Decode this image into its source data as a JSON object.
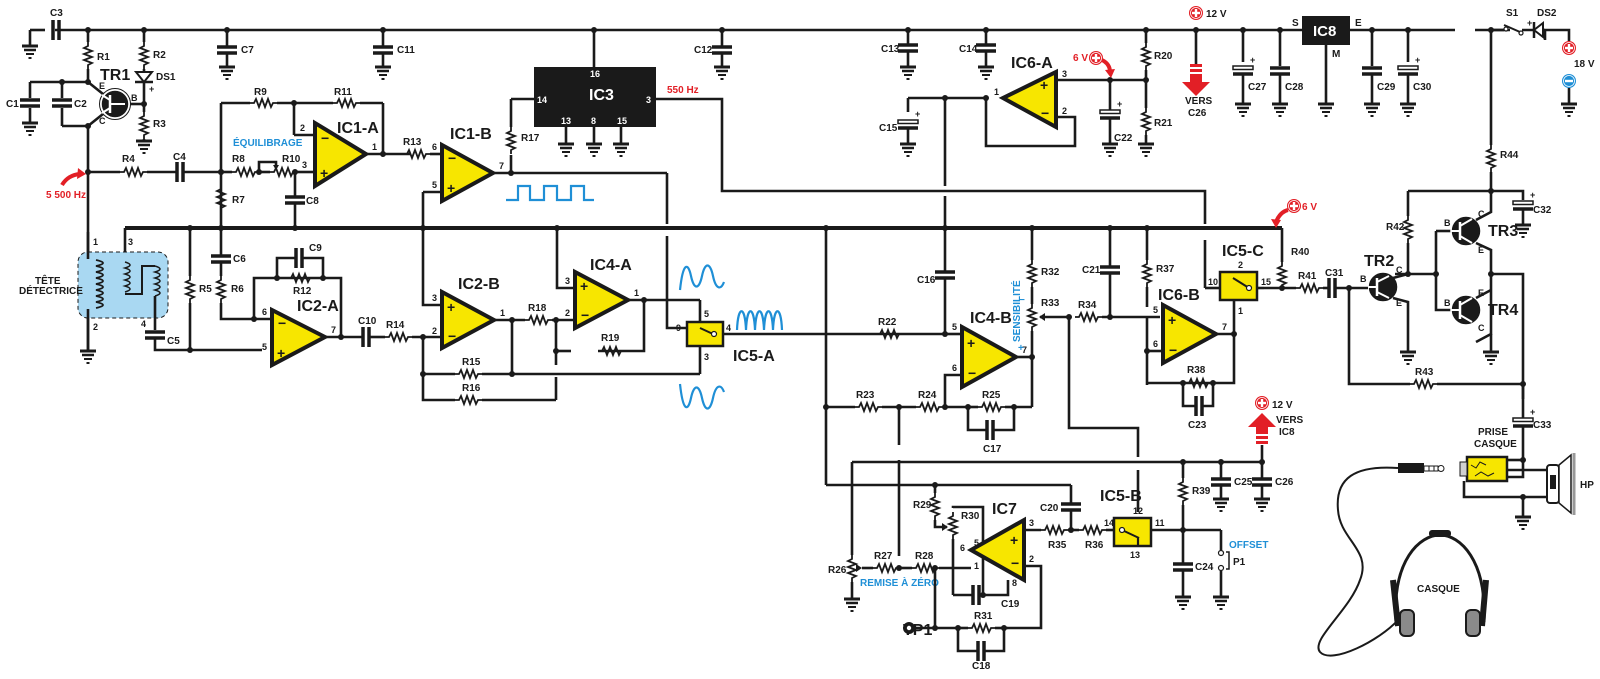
{
  "diagram": {
    "title": "Metal detector schematic",
    "supply": {
      "main": "18 V",
      "regulated": "12 V",
      "reference": "6 V"
    },
    "annotations": {
      "freq_osc": "5 500 Hz",
      "freq_ic3": "550 Hz",
      "equilibrage": "ÉQUILIBRAGE",
      "sensibilite": "SENSIBILITÉ",
      "sens_minus": "−",
      "sens_plus": "+",
      "remise_zero": "REMISE À ZÉRO",
      "offset": "OFFSET",
      "tete1": "TÊTE",
      "tete2": "DÉTECTRICE",
      "vers_c26_1": "VERS",
      "vers_c26_2": "C26",
      "vers_ic8_1": "VERS",
      "vers_ic8_2": "IC8",
      "v12_top": "12 V",
      "v12_bottom": "12 V",
      "v6_ic6a": "6 V",
      "v6_r40": "6 V",
      "v18": "18 V",
      "prise1": "PRISE",
      "prise2": "CASQUE",
      "hp": "HP",
      "casque": "CASQUE",
      "tp1": "TP1"
    },
    "ics": {
      "ic1a": "IC1-A",
      "ic1b": "IC1-B",
      "ic2a": "IC2-A",
      "ic2b": "IC2-B",
      "ic3": "IC3",
      "ic4a": "IC4-A",
      "ic4b": "IC4-B",
      "ic5a": "IC5-A",
      "ic5b": "IC5-B",
      "ic5c": "IC5-C",
      "ic6a": "IC6-A",
      "ic6b": "IC6-B",
      "ic7": "IC7",
      "ic8": "IC8"
    },
    "ic8_pins": {
      "s": "S",
      "e": "E",
      "m": "M"
    },
    "ic3_pins": {
      "p16": "16",
      "p14": "14",
      "p3": "3",
      "p13": "13",
      "p8": "8",
      "p15": "15"
    },
    "transistors": {
      "tr1": "TR1",
      "tr2": "TR2",
      "tr3": "TR3",
      "tr4": "TR4",
      "b": "B",
      "c": "C",
      "e": "E"
    },
    "diodes": {
      "ds1": "DS1",
      "ds2": "DS2"
    },
    "switch": {
      "s1": "S1",
      "p1": "P1"
    },
    "resistors": {
      "r1": "R1",
      "r2": "R2",
      "r3": "R3",
      "r4": "R4",
      "r5": "R5",
      "r6": "R6",
      "r7": "R7",
      "r8": "R8",
      "r9": "R9",
      "r10": "R10",
      "r11": "R11",
      "r12": "R12",
      "r13": "R13",
      "r14": "R14",
      "r15": "R15",
      "r16": "R16",
      "r17": "R17",
      "r18": "R18",
      "r19": "R19",
      "r20": "R20",
      "r21": "R21",
      "r22": "R22",
      "r23": "R23",
      "r24": "R24",
      "r25": "R25",
      "r26": "R26",
      "r27": "R27",
      "r28": "R28",
      "r29": "R29",
      "r30": "R30",
      "r31": "R31",
      "r32": "R32",
      "r33": "R33",
      "r34": "R34",
      "r35": "R35",
      "r36": "R36",
      "r37": "R37",
      "r38": "R38",
      "r39": "R39",
      "r40": "R40",
      "r41": "R41",
      "r42": "R42",
      "r43": "R43",
      "r44": "R44"
    },
    "capacitors": {
      "c1": "C1",
      "c2": "C2",
      "c3": "C3",
      "c4": "C4",
      "c5": "C5",
      "c6": "C6",
      "c7": "C7",
      "c8": "C8",
      "c9": "C9",
      "c10": "C10",
      "c11": "C11",
      "c12": "C12",
      "c13": "C13",
      "c14": "C14",
      "c15": "C15",
      "c16": "C16",
      "c17": "C17",
      "c18": "C18",
      "c19": "C19",
      "c20": "C20",
      "c21": "C21",
      "c22": "C22",
      "c23": "C23",
      "c24": "C24",
      "c25": "C25",
      "c26": "C26",
      "c27": "C27",
      "c28": "C28",
      "c29": "C29",
      "c30": "C30",
      "c31": "C31",
      "c32": "C32",
      "c33": "C33"
    },
    "pins": {
      "p1": "1",
      "p2": "2",
      "p3": "3",
      "p4": "4",
      "p5": "5",
      "p6": "6",
      "p7": "7",
      "p8": "8",
      "p9": "9",
      "p10": "10",
      "p11": "11",
      "p12": "12",
      "p13": "13",
      "p14": "14",
      "p15": "15"
    },
    "colors": {
      "opamp_fill": "#f7e600",
      "accent_red": "#e21f26",
      "accent_blue": "#1f8fd6",
      "coil_fill": "#a9d8f2"
    }
  }
}
